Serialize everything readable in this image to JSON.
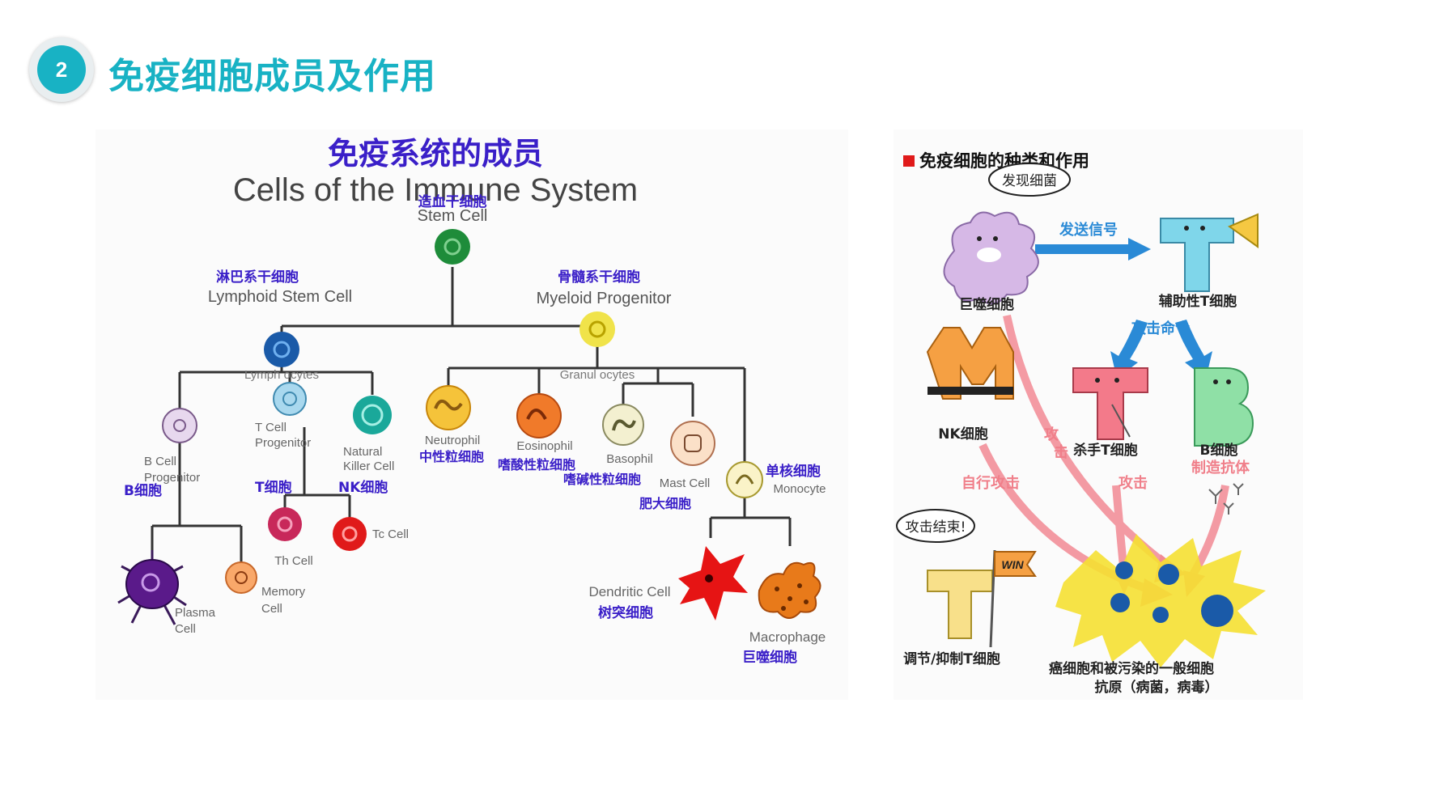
{
  "header": {
    "badge_number": "2",
    "title": "免疫细胞成员及作用"
  },
  "left_diagram": {
    "title_cn": "免疫系统的成员",
    "title_en": "Cells of the Immune System",
    "stem_cell": {
      "cn": "造血干细胞",
      "en": "Stem Cell"
    },
    "lymphoid": {
      "cn": "淋巴系干细胞",
      "en": "Lymphoid Stem Cell",
      "group": "Lymph ocytes"
    },
    "myeloid": {
      "cn": "骨髓系干细胞",
      "en": "Myeloid Progenitor",
      "group": "Granul ocytes"
    },
    "b_progenitor": {
      "en1": "B Cell",
      "en2": "Progenitor",
      "cn": "B细胞"
    },
    "t_progenitor": {
      "en1": "T Cell",
      "en2": "Progenitor",
      "cn": "T细胞"
    },
    "nk": {
      "en1": "Natural",
      "en2": "Killer Cell",
      "cn": "NK细胞"
    },
    "neutrophil": {
      "en": "Neutrophil",
      "cn": "中性粒细胞"
    },
    "eosinophil": {
      "en": "Eosinophil",
      "cn": "嗜酸性粒细胞"
    },
    "basophil": {
      "en": "Basophil",
      "cn": "嗜碱性粒细胞"
    },
    "mast": {
      "en": "Mast Cell",
      "cn": "肥大细胞"
    },
    "monocyte": {
      "en": "Monocyte",
      "cn": "单核细胞"
    },
    "th": {
      "en": "Th Cell"
    },
    "tc": {
      "en": "Tc Cell"
    },
    "plasma": {
      "en1": "Plasma",
      "en2": "Cell"
    },
    "memory": {
      "en1": "Memory",
      "en2": "Cell"
    },
    "dendritic": {
      "en": "Dendritic Cell",
      "cn": "树突细胞"
    },
    "macrophage": {
      "en": "Macrophage",
      "cn": "巨噬细胞"
    }
  },
  "right_diagram": {
    "title": "免疫细胞的种类和作用",
    "speech_find": "发现细菌",
    "speech_done": "攻击结束!",
    "send_signal": "发送信号",
    "attack_command": "攻击命令",
    "macrophage": "巨噬细胞",
    "helper_t": "辅助性T细胞",
    "nk": "NK细胞",
    "killer_t": "杀手T细胞",
    "b_cell": "B细胞",
    "make_antibody": "制造抗体",
    "attack_char1": "攻",
    "attack_char2": "击",
    "self_attack": "自行攻击",
    "attack": "攻击",
    "win": "WIN",
    "regulatory_t": "调节/抑制T细胞",
    "antigen_line1": "抗原（病菌，病毒）",
    "antigen_line2": "癌细胞和被污染的一般细胞"
  },
  "colors": {
    "accent": "#18b2c4",
    "chinese_label": "#3a1fc8",
    "tree_line": "#333333",
    "arrow_blue": "#2a8ad6",
    "arrow_pink": "#f07f8a"
  }
}
